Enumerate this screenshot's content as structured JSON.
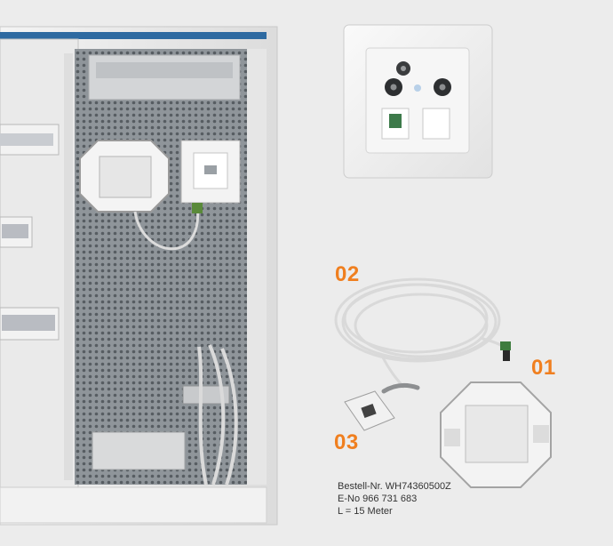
{
  "colors": {
    "accent": "#f07f1f",
    "background": "#ececec",
    "text": "#333333"
  },
  "callouts": {
    "one": "01",
    "two": "02",
    "three": "03"
  },
  "order_info": {
    "order_no": "Bestell-Nr. WH74360500Z",
    "e_no": "E-No 966 731 683",
    "length": "L = 15 Meter"
  }
}
